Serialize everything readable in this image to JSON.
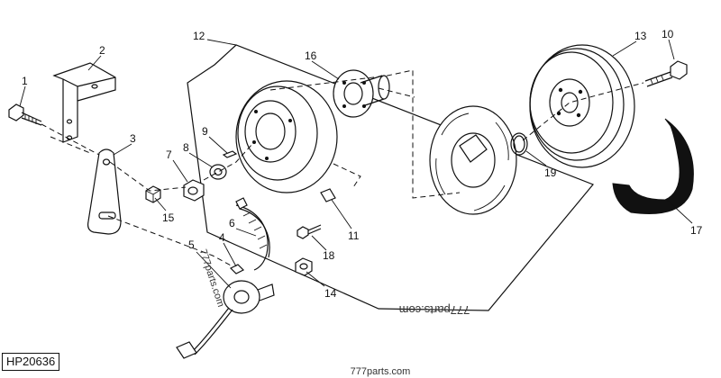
{
  "figure_id": "HP20636",
  "watermarks": {
    "bottom": "777parts.com",
    "rotated_center": "777parts.com",
    "rotated_left": "777parts.com"
  },
  "callouts": [
    {
      "id": "c1",
      "label": "1"
    },
    {
      "id": "c2",
      "label": "2"
    },
    {
      "id": "c3",
      "label": "3"
    },
    {
      "id": "c4",
      "label": "4"
    },
    {
      "id": "c5",
      "label": "5"
    },
    {
      "id": "c6",
      "label": "6"
    },
    {
      "id": "c7",
      "label": "7"
    },
    {
      "id": "c8",
      "label": "8"
    },
    {
      "id": "c9",
      "label": "9"
    },
    {
      "id": "c10",
      "label": "10"
    },
    {
      "id": "c11",
      "label": "11"
    },
    {
      "id": "c12",
      "label": "12"
    },
    {
      "id": "c13",
      "label": "13"
    },
    {
      "id": "c14",
      "label": "14"
    },
    {
      "id": "c15",
      "label": "15"
    },
    {
      "id": "c16",
      "label": "16"
    },
    {
      "id": "c17",
      "label": "17"
    },
    {
      "id": "c18",
      "label": "18"
    },
    {
      "id": "c19",
      "label": "19"
    }
  ]
}
